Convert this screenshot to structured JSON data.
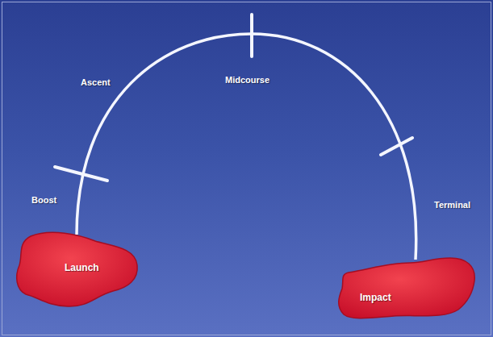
{
  "diagram": {
    "nodes": [
      {
        "text": [
          "Launch"
        ]
      },
      {
        "text": [
          "Impact"
        ]
      }
    ],
    "edges": [
      {
        "from": 0,
        "to": 1,
        "arrow": "none"
      }
    ],
    "labels": [
      "Ascent",
      "Midcourse",
      "Boost",
      "Terminal"
    ]
  }
}
